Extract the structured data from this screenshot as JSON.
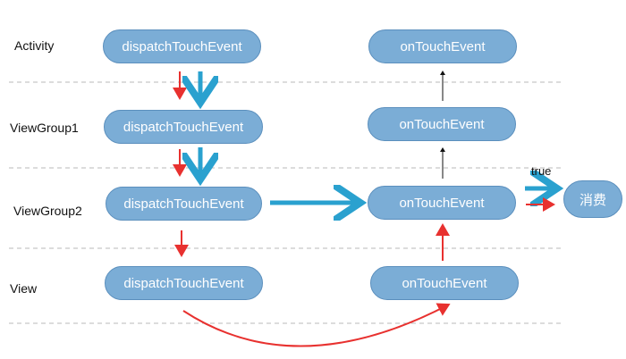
{
  "lanes": {
    "activity": "Activity",
    "viewgroup1": "ViewGroup1",
    "viewgroup2": "ViewGroup2",
    "view": "View"
  },
  "left_column": {
    "activity": "dispatchTouchEvent",
    "viewgroup1": "dispatchTouchEvent",
    "viewgroup2": "dispatchTouchEvent",
    "view": "dispatchTouchEvent"
  },
  "right_column": {
    "activity": "onTouchEvent",
    "viewgroup1": "onTouchEvent",
    "viewgroup2": "onTouchEvent",
    "view": "onTouchEvent"
  },
  "consume_label": "消费",
  "true_label": "true",
  "colors": {
    "pill_fill": "#7badd6",
    "pill_border": "#5b8fbd",
    "blue_arrow": "#2aa1cf",
    "red_arrow": "#e8312f",
    "dash_line": "#b8b8b8"
  }
}
